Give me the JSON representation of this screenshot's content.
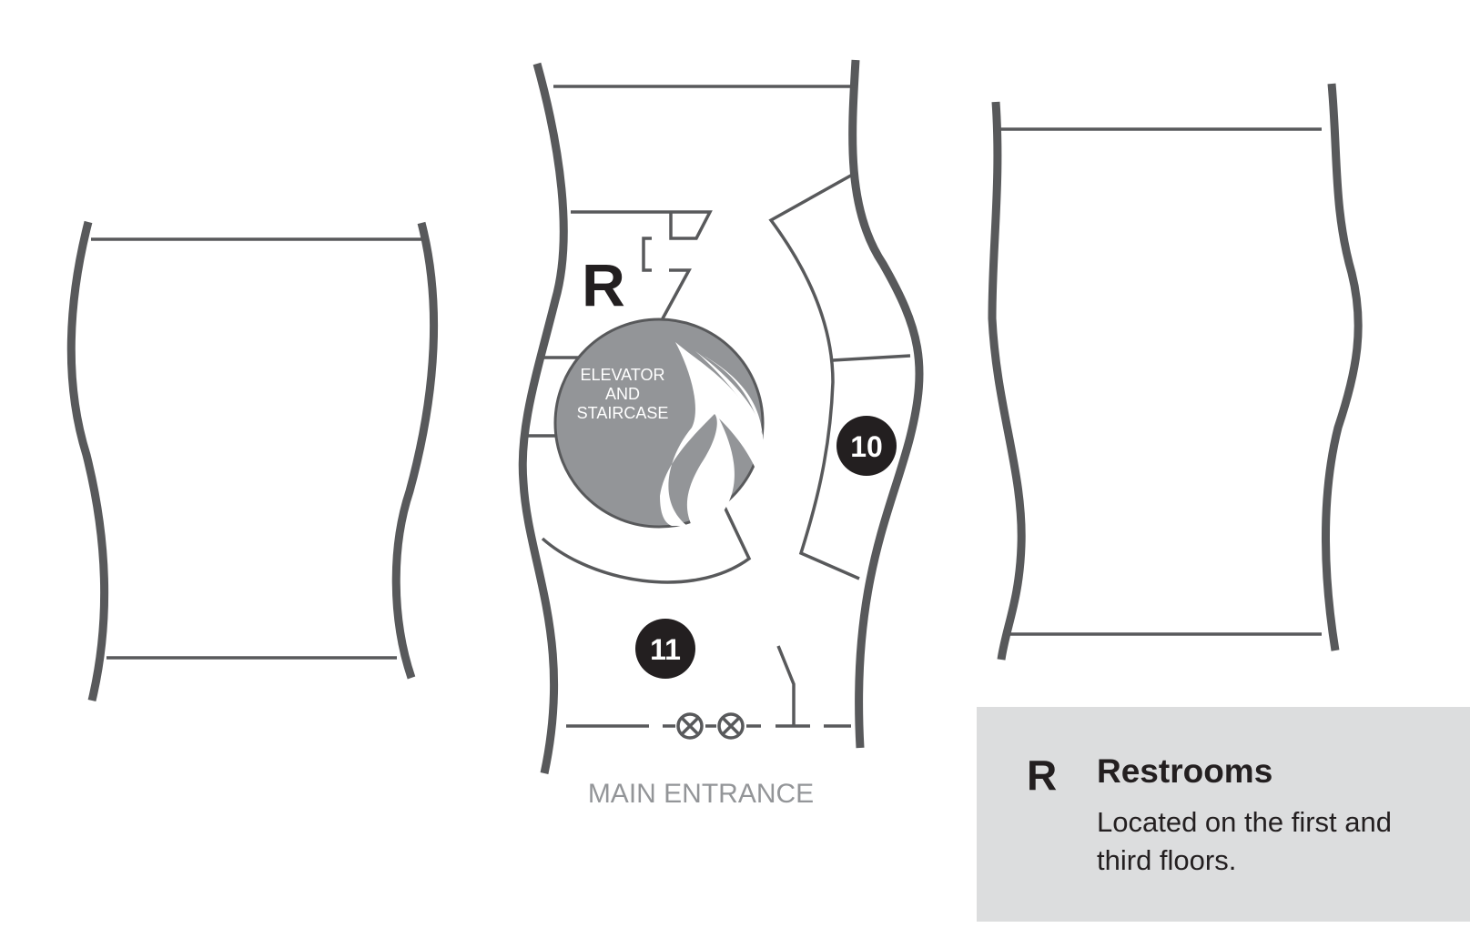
{
  "map": {
    "restroom_marker": "R",
    "elevator_label": [
      "ELEVATOR",
      "AND",
      "STAIRCASE"
    ],
    "room_numbers": [
      "10",
      "11"
    ],
    "entrance_label": "MAIN ENTRANCE"
  },
  "legend": {
    "symbol": "R",
    "title": "Restrooms",
    "description": "Located on the first and third floors."
  },
  "colors": {
    "wall": "#58595b",
    "elevator": "#939598",
    "legend_bg": "#dcddde",
    "marker": "#231f20"
  }
}
